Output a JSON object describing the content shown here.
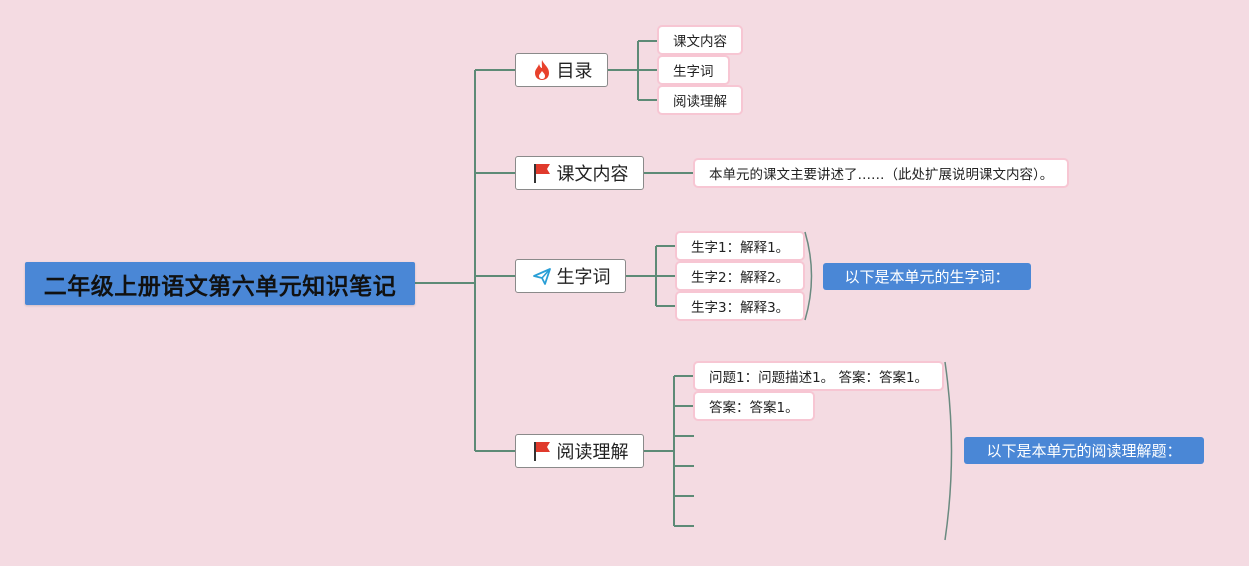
{
  "root": {
    "title": "二年级上册语文第六单元知识笔记"
  },
  "branches": [
    {
      "label": "目录",
      "icon": "fire-icon"
    },
    {
      "label": "课文内容",
      "icon": "flag-icon"
    },
    {
      "label": "生字词",
      "icon": "paper-plane-icon"
    },
    {
      "label": "阅读理解",
      "icon": "flag-icon"
    }
  ],
  "toc_items": [
    "课文内容",
    "生字词",
    "阅读理解"
  ],
  "lesson_note": "本单元的课文主要讲述了……（此处扩展说明课文内容）。",
  "vocab_items": [
    "生字1：解释1。",
    "生字2：解释2。",
    "生字3：解释3。"
  ],
  "vocab_callout": "以下是本单元的生字词：",
  "reading_items": [
    "问题1：问题描述1。 答案：答案1。",
    "答案：答案1。"
  ],
  "reading_callout": "以下是本单元的阅读理解题：",
  "colors": {
    "background": "#f4dbe2",
    "accent": "#4a87d6",
    "line": "#5d8a76",
    "flag": "#e03a2c"
  }
}
